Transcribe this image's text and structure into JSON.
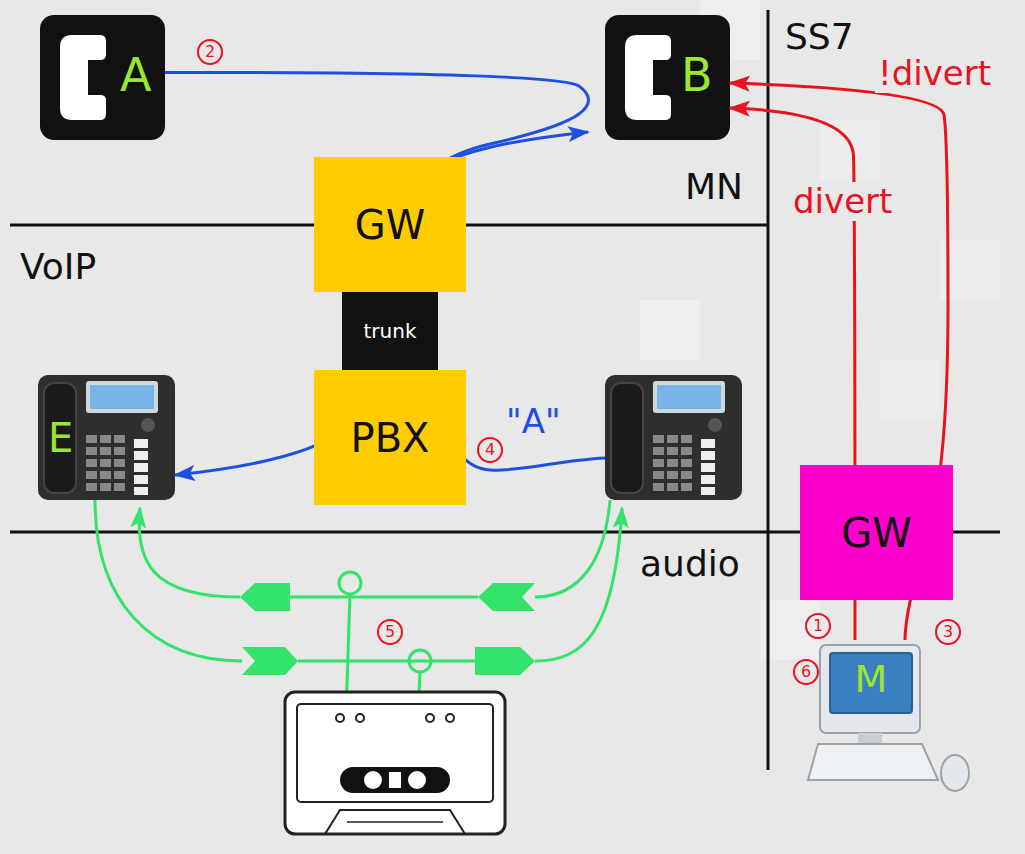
{
  "diagram": {
    "nodes": [
      {
        "text": [
          "A"
        ]
      },
      {
        "text": [
          "B"
        ]
      },
      {
        "text": [
          "GW"
        ]
      },
      {
        "text": [
          "trunk"
        ]
      },
      {
        "text": [
          "PBX"
        ]
      },
      {
        "text": [
          "E"
        ]
      },
      {
        "text": [
          "GW"
        ]
      },
      {
        "text": [
          "M"
        ]
      }
    ],
    "edges": [
      {
        "from": 0,
        "to": 5,
        "arrow": "to"
      },
      {
        "from": 7,
        "to": 1,
        "label": "divert",
        "arrow": "to"
      },
      {
        "from": 7,
        "to": 1,
        "label": "!divert",
        "arrow": "to"
      }
    ],
    "labels": [
      "SS7",
      "MN",
      "VoIP",
      "audio",
      "\"A\"",
      "1",
      "2",
      "3",
      "4",
      "5",
      "6"
    ]
  }
}
